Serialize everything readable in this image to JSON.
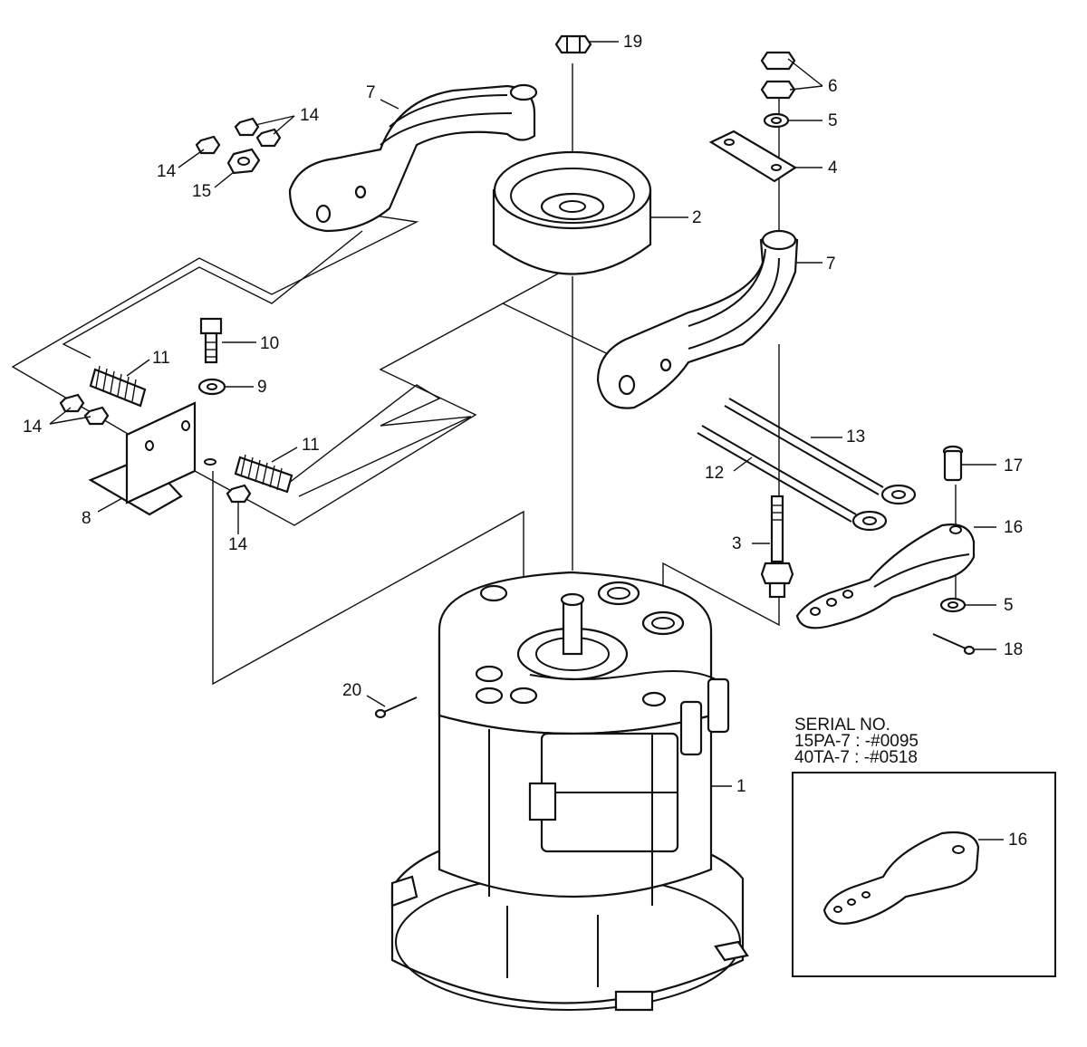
{
  "callouts": {
    "c1": "1",
    "c2": "2",
    "c3": "3",
    "c4": "4",
    "c5a": "5",
    "c5b": "5",
    "c6": "6",
    "c7a": "7",
    "c7b": "7",
    "c8": "8",
    "c9": "9",
    "c10": "10",
    "c11a": "11",
    "c11b": "11",
    "c12": "12",
    "c13": "13",
    "c14a": "14",
    "c14b": "14",
    "c14c": "14",
    "c14d": "14",
    "c15": "15",
    "c16a": "16",
    "c16b": "16",
    "c17": "17",
    "c18": "18",
    "c19": "19",
    "c20": "20"
  },
  "serial_note": {
    "heading": "SERIAL NO.",
    "line1": "15PA-7 : -#0095",
    "line2": "40TA-7 : -#0518"
  }
}
